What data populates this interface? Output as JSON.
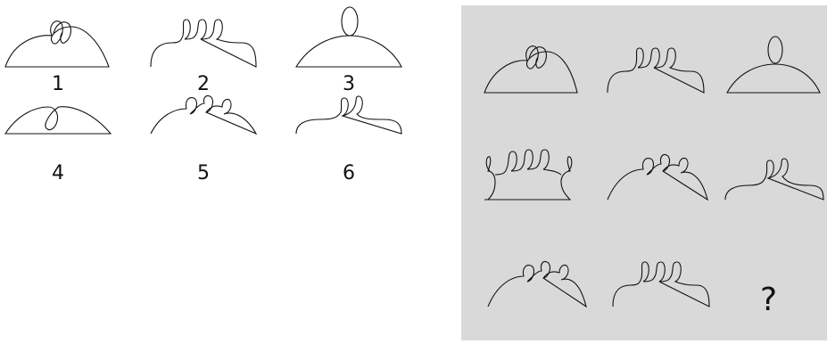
{
  "options": [
    {
      "label": "1"
    },
    {
      "label": "2"
    },
    {
      "label": "3"
    },
    {
      "label": "4"
    },
    {
      "label": "5"
    },
    {
      "label": "6"
    }
  ],
  "matrix": {
    "missing_label": "?"
  }
}
